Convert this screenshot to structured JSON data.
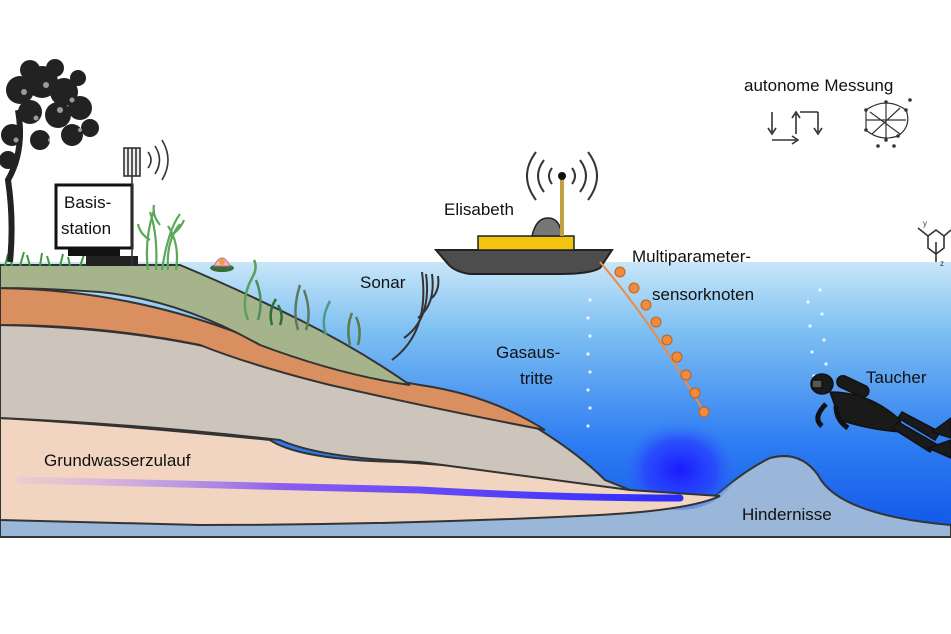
{
  "labels": {
    "basis_1": "Basis-",
    "basis_2": "station",
    "elisabeth": "Elisabeth",
    "autonome": "autonome Messung",
    "sonar": "Sonar",
    "multi_1": "Multiparameter-",
    "multi_2": "sensorknoten",
    "gas_1": "Gasaus-",
    "gas_2": "tritte",
    "taucher": "Taucher",
    "grundwasser": "Grundwasserzulauf",
    "hindernisse": "Hindernisse"
  },
  "colors": {
    "water_top": "#c8e6f8",
    "water_bottom": "#0f55e8",
    "boat_hull": "#4d4d4d",
    "boat_cabin": "#f2c40f",
    "sensor_beads": "#f08a3c",
    "groundwater_flow": "#5a3cf0",
    "layer_orange": "#d98f5f",
    "layer_green": "#a5b48a",
    "layer_gray": "#cdc4bb",
    "layer_sand": "#f2d5c0",
    "lakebed_blue": "#9ab6d8"
  },
  "icons": [
    "tree-icon",
    "computer-icon",
    "antenna-icon",
    "boat-icon",
    "diver-icon",
    "drone-icon",
    "path-arrows-icon",
    "sensor-network-icon",
    "lotus-icon"
  ]
}
